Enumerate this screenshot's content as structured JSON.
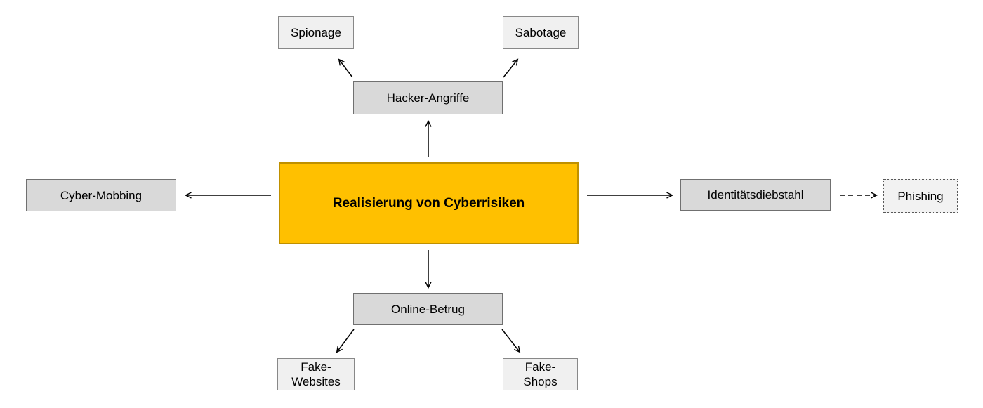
{
  "diagram_title": "Realisierung von Cyberrisiken",
  "center": {
    "label": "Realisierung von Cyberrisiken"
  },
  "nodes": {
    "hacker_angriffe": {
      "label": "Hacker-Angriffe"
    },
    "spionage": {
      "label": "Spionage"
    },
    "sabotage": {
      "label": "Sabotage"
    },
    "cyber_mobbing": {
      "label": "Cyber-Mobbing"
    },
    "identitaetsdiebstahl": {
      "label": "Identitätsdiebstahl"
    },
    "phishing": {
      "label": "Phishing"
    },
    "online_betrug": {
      "label": "Online-Betrug"
    },
    "fake_websites": {
      "label": "Fake-Websites",
      "lines": [
        "Fake-",
        "Websites"
      ]
    },
    "fake_shops": {
      "label": "Fake-Shops",
      "lines": [
        "Fake-",
        "Shops"
      ]
    }
  },
  "edges": [
    {
      "from": "center",
      "to": "hacker_angriffe",
      "style": "solid"
    },
    {
      "from": "hacker_angriffe",
      "to": "spionage",
      "style": "solid"
    },
    {
      "from": "hacker_angriffe",
      "to": "sabotage",
      "style": "solid"
    },
    {
      "from": "center",
      "to": "cyber_mobbing",
      "style": "solid"
    },
    {
      "from": "center",
      "to": "identitaetsdiebstahl",
      "style": "solid"
    },
    {
      "from": "identitaetsdiebstahl",
      "to": "phishing",
      "style": "dashed"
    },
    {
      "from": "center",
      "to": "online_betrug",
      "style": "solid"
    },
    {
      "from": "online_betrug",
      "to": "fake_websites",
      "style": "solid"
    },
    {
      "from": "online_betrug",
      "to": "fake_shops",
      "style": "solid"
    }
  ],
  "colors": {
    "center_fill": "#FFC000",
    "center_border": "#BF9000",
    "node_fill_medium": "#D9D9D9",
    "node_fill_light": "#F0F0F0",
    "node_border": "#7F7F7F",
    "arrow": "#000000",
    "background": "#FFFFFF"
  }
}
